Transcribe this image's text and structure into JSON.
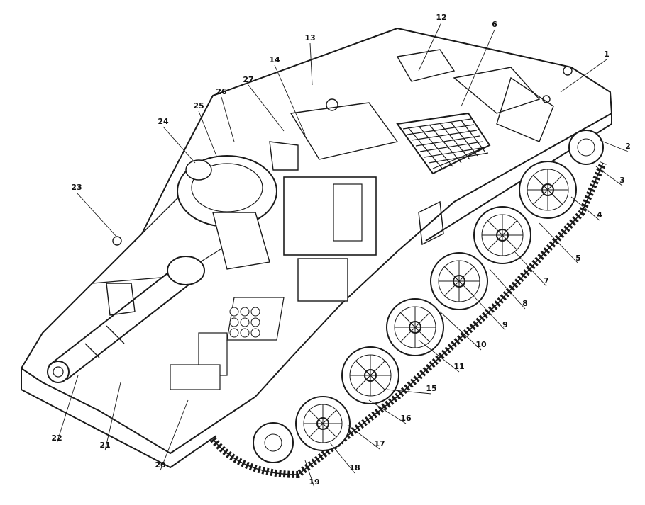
{
  "callouts": [
    "1",
    "2",
    "3",
    "4",
    "5",
    "6",
    "7",
    "8",
    "9",
    "10",
    "11",
    "12",
    "13",
    "14",
    "15",
    "16",
    "17",
    "18",
    "19",
    "20",
    "21",
    "22",
    "23",
    "24",
    "25",
    "26",
    "27"
  ],
  "colors": {
    "ink": "#1a1a1a",
    "paper": "#ffffff",
    "shade": "#9a9a9a"
  }
}
